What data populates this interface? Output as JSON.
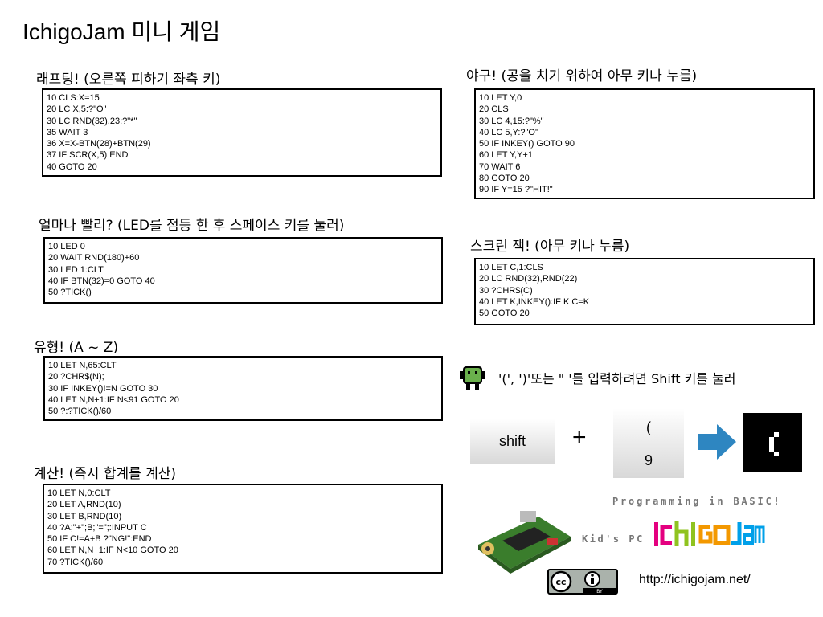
{
  "title": "IchigoJam 미니 게임",
  "sections": {
    "rafting": {
      "title": "래프팅! (오른쪽 피하기 좌측 키)",
      "code": [
        "10 CLS:X=15",
        "20 LC X,5:?\"O\"",
        "30 LC RND(32),23:?\"*\"",
        "35 WAIT 3",
        "36 X=X-BTN(28)+BTN(29)",
        "37 IF SCR(X,5) END",
        "40 GOTO 20"
      ]
    },
    "baseball": {
      "title": "야구! (공을 치기 위하여 아무 키나 누름)",
      "code": [
        "10 LET Y,0",
        "20 CLS",
        "30 LC 4,15:?\"%\"",
        "40 LC 5,Y:?\"O\"",
        "50 IF INKEY() GOTO 90",
        "60 LET Y,Y+1",
        "70 WAIT 6",
        "80 GOTO 20",
        "90 IF Y=15 ?\"HIT!\""
      ]
    },
    "reaction": {
      "title": "얼마나 빨리? (LED를 점등 한 후 스페이스 키를 눌러)",
      "code": [
        "10 LED 0",
        "20 WAIT RND(180)+60",
        "30 LED 1:CLT",
        "40 IF BTN(32)=0 GOTO 40",
        "50 ?TICK()"
      ]
    },
    "screen_jack": {
      "title": "스크린 잭! (아무 키나 누름)",
      "code": [
        "10 LET C,1:CLS",
        "20 LC RND(32),RND(22)",
        "30 ?CHR$(C)",
        "40 LET K,INKEY():IF K C=K",
        "50 GOTO 20"
      ]
    },
    "typing": {
      "title": "유형! (A ~ Z)",
      "code": [
        "10 LET N,65:CLT",
        "20 ?CHR$(N);",
        "30 IF INKEY()!=N GOTO 30",
        "40 LET N,N+1:IF N<91 GOTO 20",
        "50 ?:?TICK()/60"
      ]
    },
    "calc": {
      "title": "계산! (즉시 합계를 계산)",
      "code": [
        "10 LET N,0:CLT",
        "20 LET A,RND(10)",
        "30 LET B,RND(10)",
        "40 ?A;\"+\";B;\"=\";:INPUT C",
        "50 IF C!=A+B ?\"NG!\":END",
        "60 LET N,N+1:IF N<10 GOTO 20",
        "70 ?TICK()/60"
      ]
    }
  },
  "note": {
    "text": "'(', ')'또는 \" '를 입력하려면 Shift 키를 눌러",
    "shift_key": "shift",
    "plus": "+",
    "paren_top": "(",
    "paren_bottom": "9",
    "screen_char": "("
  },
  "branding": {
    "tagline": "Programming in BASIC!",
    "kids_pc": "Kid's PC",
    "logo": "IchigoJam",
    "license": "cc BY",
    "url": "http://ichigojam.net/",
    "logo_colors": [
      "#e4007f",
      "#8fc31f",
      "#f39800",
      "#00a0e9"
    ]
  },
  "colors": {
    "arrow": "#2e86c1",
    "robot": "#6ab04c"
  }
}
